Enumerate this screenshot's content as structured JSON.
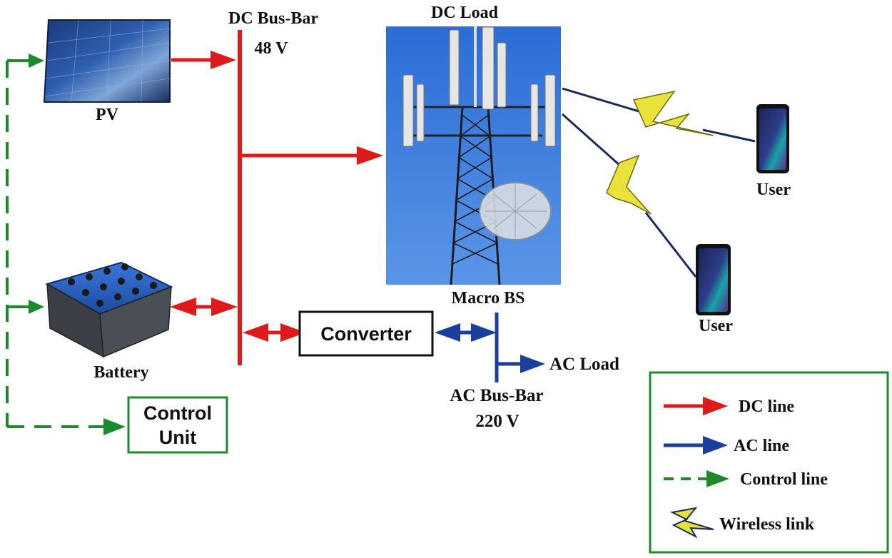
{
  "labels": {
    "pv": "PV",
    "dc_bus_line1": "DC Bus-Bar",
    "dc_bus_line2": "48 V",
    "dc_load": "DC Load",
    "macro_bs": "Macro BS",
    "battery": "Battery",
    "converter": "Converter",
    "ac_load": "AC Load",
    "ac_bus_line1": "AC Bus-Bar",
    "ac_bus_line2": "220 V",
    "control_line1": "Control",
    "control_line2": "Unit",
    "user_top": "User",
    "user_bottom": "User"
  },
  "legend": {
    "dc": "DC line",
    "ac": "AC line",
    "control": "Control line",
    "wireless": "Wireless link"
  },
  "colors": {
    "dc": "#e01a1a",
    "ac": "#1a3f9c",
    "control": "#1e8a2e",
    "wireless": "#e8e23a"
  },
  "icons": {
    "pv": "solar-panel-icon",
    "battery": "battery-bank-icon",
    "tower": "cell-tower-icon",
    "user": "smartphone-icon"
  }
}
